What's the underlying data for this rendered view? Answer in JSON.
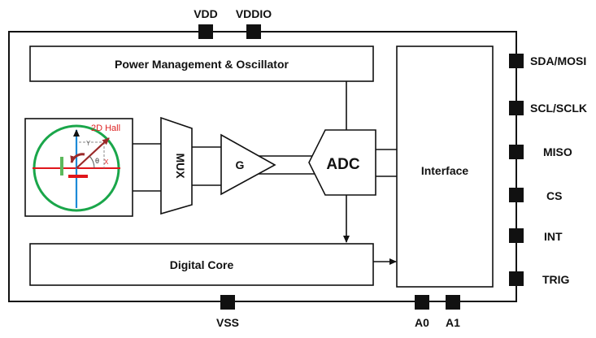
{
  "pins": {
    "vdd": "VDD",
    "vddio": "VDDIO",
    "vss": "VSS",
    "a0": "A0",
    "a1": "A1",
    "sda_mosi": "SDA/MOSI",
    "scl_sclk": "SCL/SCLK",
    "miso": "MISO",
    "cs": "CS",
    "int": "INT",
    "trig": "TRIG"
  },
  "blocks": {
    "power": "Power Management & Oscillator",
    "mux": "MUX",
    "gain": "G",
    "adc": "ADC",
    "interface": "Interface",
    "digital_core": "Digital Core"
  },
  "sensor": {
    "label": "2D Hall",
    "y_axis": "Y",
    "x_axis": "X",
    "theta": "θ"
  },
  "colors": {
    "stroke": "#111111",
    "sensor_circle": "#1aa64a",
    "sensor_red": "#e0161b",
    "sensor_blue": "#1c8ad8",
    "sensor_arrow": "#9b2a2a",
    "sensor_green_bar": "#5cb85c"
  }
}
